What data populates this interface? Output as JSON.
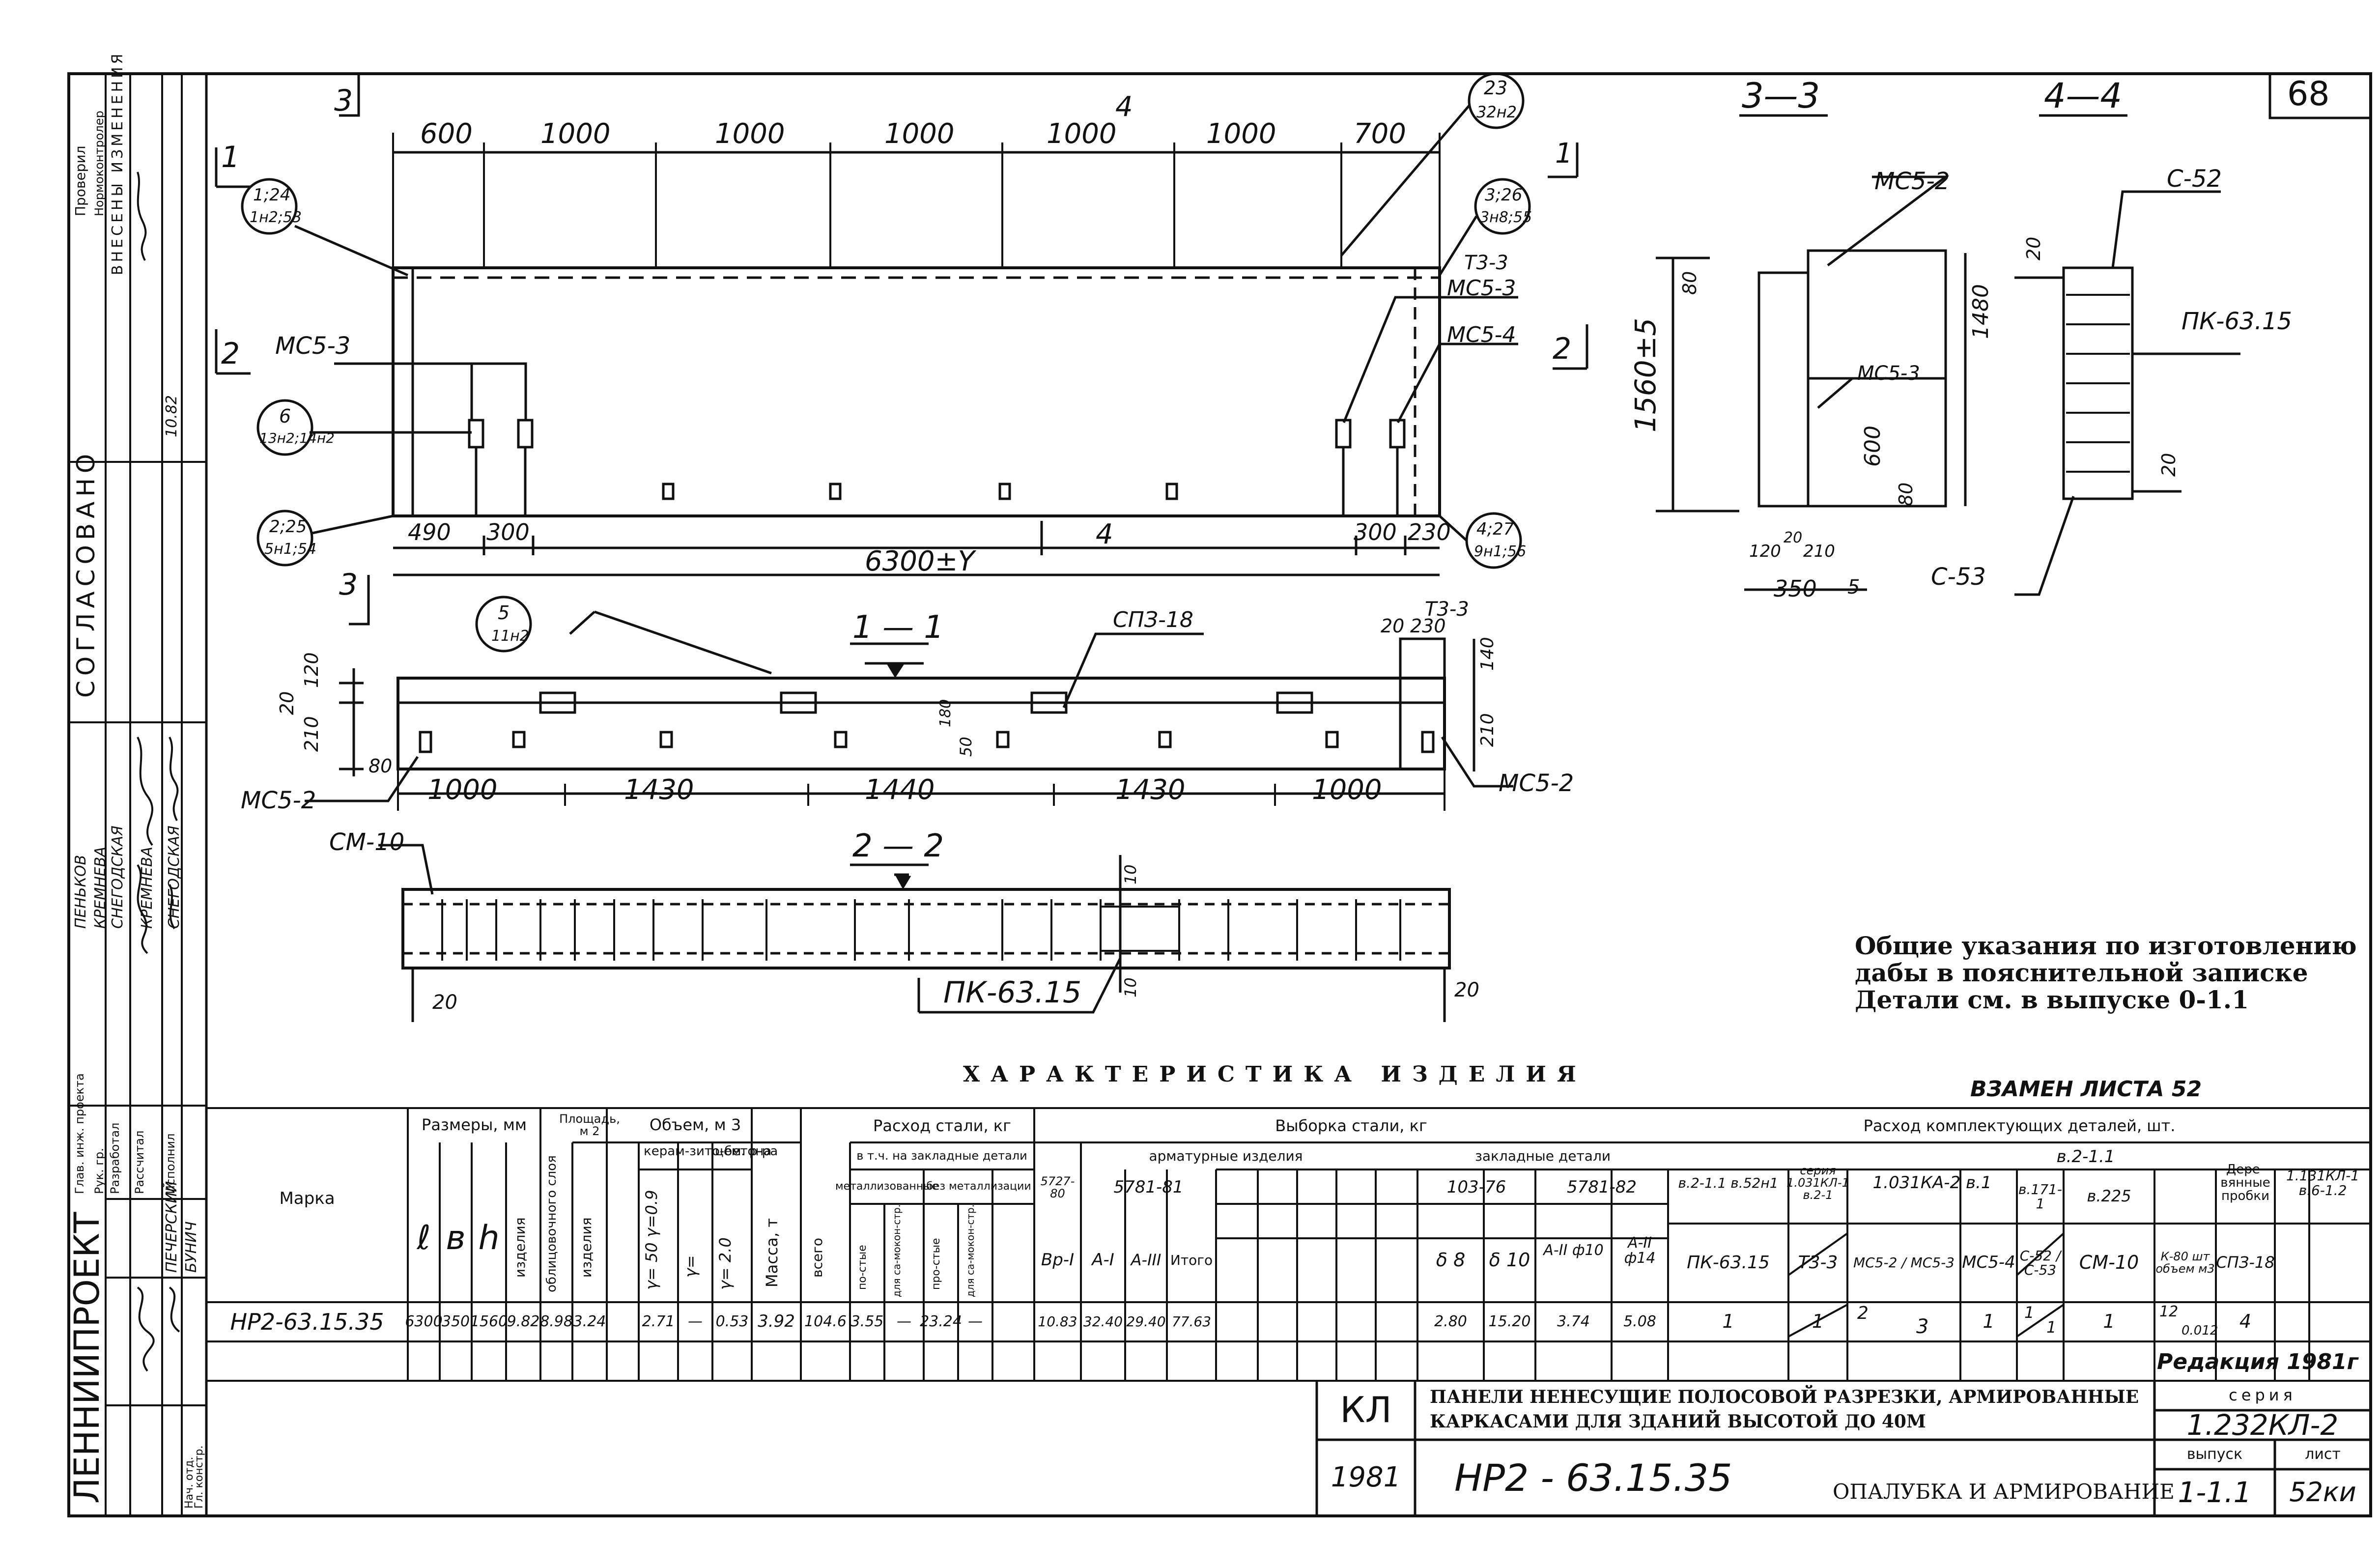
{
  "sheet_number": "68",
  "views": {
    "plan": {
      "dims_top": [
        "600",
        "1000",
        "1000",
        "1000",
        "1000",
        "1000",
        "700"
      ],
      "dims_bottom_left": [
        "490",
        "300"
      ],
      "dims_bottom_right": [
        "300",
        "230"
      ],
      "total_length": "6300±Y",
      "section_marks": [
        "3",
        "4",
        "1",
        "2",
        "2",
        "1",
        "4",
        "3"
      ],
      "callouts": [
        {
          "top": "23",
          "bottom": "32н2"
        },
        {
          "top": "1;24",
          "bottom": "1н2;53"
        },
        {
          "top": "3;26",
          "bottom": "3н8;55"
        },
        {
          "top": "6",
          "bottom": "13н2;14н2"
        },
        {
          "top": "2;25",
          "bottom": "5н1;54"
        },
        {
          "top": "4;27",
          "bottom": "9н1;56"
        },
        {
          "top": "5",
          "bottom": "11н2"
        }
      ],
      "labels": [
        "МС5-3",
        "МС5-3",
        "МС5-4",
        "Т3-3"
      ]
    },
    "section_1_1": {
      "title": "1 — 1",
      "dims_bottom": [
        "1000",
        "1430",
        "1440",
        "1430",
        "1000"
      ],
      "dims_left": [
        "20",
        "120",
        "210"
      ],
      "dims_right": [
        "20",
        "230",
        "140",
        "210"
      ],
      "dim_misc": [
        "80",
        "50",
        "180"
      ],
      "labels": [
        "СПЗ-18",
        "Т3-3",
        "МС5-2",
        "МС5-2"
      ]
    },
    "section_2_2": {
      "title": "2 — 2",
      "labels": [
        "СМ-10",
        "ПК-63.15"
      ],
      "dims": [
        "20",
        "20",
        "10",
        "10"
      ]
    },
    "section_3_3": {
      "title": "3—3",
      "labels": [
        "МС5-2",
        "МС5-3"
      ],
      "dims": [
        "1560±5",
        "80",
        "1480",
        "600",
        "80",
        "120",
        "20",
        "210",
        "350",
        "5"
      ]
    },
    "section_4_4": {
      "title": "4—4",
      "labels": [
        "С-52",
        "ПК-63.15",
        "С-53"
      ],
      "dims": [
        "20",
        "20"
      ]
    }
  },
  "notes": [
    "Общие указания по изготовлению",
    "дабы в пояснительной записке",
    "Детали см. в выпуске 0-1.1"
  ],
  "table": {
    "title": "ХАРАКТЕРИСТИКА ИЗДЕЛИЯ",
    "replaces": "ВЗАМЕН ЛИСТА 52",
    "headers": {
      "mark": "Марка",
      "sizes": "Размеры, мм",
      "area": "Площадь, м 2",
      "volume": "Объем, м 3",
      "mass": "Масса, т",
      "steel": "Расход стали, кг",
      "selection": "Выборка стали, кг",
      "components": "Расход комплектующих деталей, шт.",
      "l": "ℓ",
      "b": "в",
      "h": "h",
      "area_sub": [
        "изделия",
        "облицовочного слоя"
      ],
      "vol_sub": [
        "изделия",
        "керам-зито-бетона",
        "цем. р-ра"
      ],
      "vol_sub2": [
        "γ= 50  γ=0.9",
        "γ=",
        "γ= 2.0"
      ],
      "steel_sub": [
        "всего",
        "в т.ч. на закладные детали",
        "металлизованные",
        "без металлизации",
        "по-стые",
        "для са-мокон-стр.",
        "про-стые",
        "для са-мокон-стр."
      ],
      "reinf": "арматурные изделия",
      "embed": "закладные детали",
      "gost": [
        "5727-80",
        "5781-81",
        "103-76",
        "5781-82"
      ],
      "grades": [
        "Вр-I",
        "А-I",
        "А-III",
        "Итого",
        "δ 8",
        "δ 10",
        "А-II ф10",
        "А-II ф14"
      ],
      "comp_series": [
        "в.2-1.1 в.52н1",
        "серия 1.031КЛ-1 в.2-1",
        "1.031КА-2 в.1",
        "в.2-1.1",
        "1.131КЛ-1 в.6-1.2"
      ],
      "comp_series2": [
        "в.171-1",
        "в.225"
      ],
      "comp_names": [
        "ПК-63.15",
        "Т3-3",
        "МС5-2 / МС5-3",
        "МС5-4",
        "С-52 / С-53",
        "СМ-10",
        "К-80 шт объем м3",
        "СПЗ-18"
      ],
      "wood": "Дере-вянные пробки"
    },
    "row": {
      "mark": "НР2-63.15.35",
      "l": "6300",
      "b": "350",
      "h": "1560",
      "area_item": "9.82",
      "area_facing": "8.98",
      "vol_item": "3.24",
      "vol_keram": "2.71",
      "vol_blank": "—",
      "vol_cem": "0.53",
      "mass": "3.92",
      "steel_total": "104.6",
      "steel_met_simple": "3.55",
      "steel_met_self": "—",
      "steel_nomet_simple": "23.24",
      "steel_nomet_self": "—",
      "vr1": "10.83",
      "a1": "32.40",
      "a3": "29.40",
      "total": "77.63",
      "d8": "2.80",
      "d10": "15.20",
      "f10": "3.74",
      "f14": "5.08",
      "pk": "1",
      "tz": "1",
      "ms52": "2",
      "ms53": "3",
      "ms54": "1",
      "c52": "1",
      "c53": "1",
      "cm10": "1",
      "k80": "12",
      "k80v": "0.012",
      "spz": "4"
    },
    "edition": "Редакция 1981г"
  },
  "title_block": {
    "code": "КЛ",
    "year": "1981",
    "title_line1": "ПАНЕЛИ НЕНЕСУЩИЕ ПОЛОСОВОЙ РАЗРЕЗКИ, АРМИРОВАННЫЕ",
    "title_line2": "КАРКАСАМИ ДЛЯ ЗДАНИЙ ВЫСОТОЙ ДО 40М",
    "mark": "НР2 - 63.15.35",
    "sheet_title": "ОПАЛУБКА И АРМИРОВАНИЕ",
    "series_label": "серия",
    "series": "1.232КЛ-2",
    "issue_label": "выпуск",
    "issue": "1-1.1",
    "list_label": "лист",
    "list": "52ки"
  },
  "left_stamp": {
    "org": "ЛЕННИИПРОЕКТ",
    "agreed": "СОГЛАСОВАНО",
    "roles": [
      "Глав. инж. проекта",
      "Рук. гр.",
      "Разработал",
      "Рассчитал",
      "Исполнил",
      "Нач. отд.",
      "Гл. констр."
    ],
    "names": [
      "ПЕНЬКОВ",
      "КРЕМНЕВА",
      "СНЕГОДСКАЯ",
      "КРЕМНЕВА",
      "СНЕГОДСКАЯ",
      "ПЕЧЕРСКИЙ",
      "БУНИЧ"
    ],
    "changes": "ВНЕСЕНЫ ИЗМЕНЕНИЯ",
    "checked": [
      "Проверил",
      "Нормоконтролер"
    ],
    "date": "10.82"
  }
}
